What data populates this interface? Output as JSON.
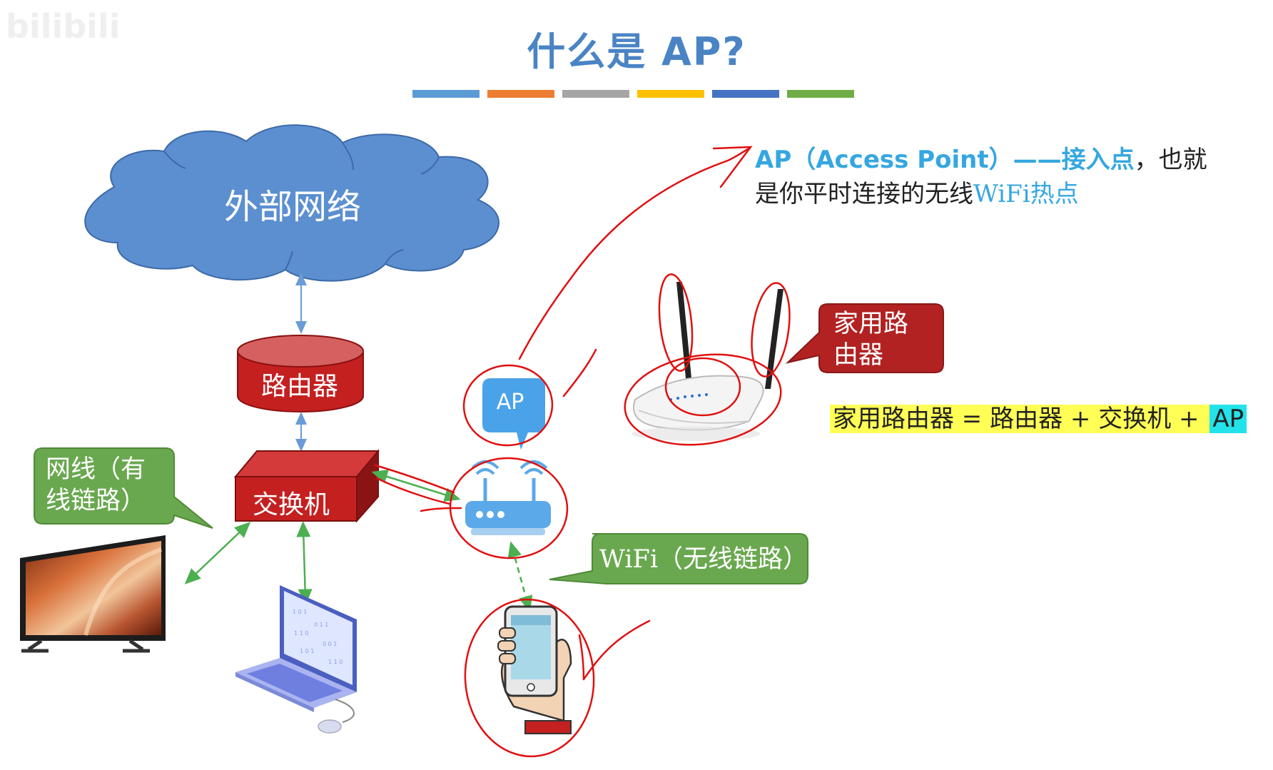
{
  "header": {
    "title": "什么是 AP?",
    "watermark": "bilibili",
    "color_bars": [
      "#5b9bd5",
      "#ed7d31",
      "#a5a5a5",
      "#ffc000",
      "#4472c4",
      "#70ad47"
    ]
  },
  "diagram": {
    "cloud_label": "外部网络",
    "router_label": "路由器",
    "switch_label": "交换机",
    "ap_bubble_label": "AP",
    "wired_callout": [
      "网线（有",
      "线链路）"
    ],
    "wifi_callout": "WiFi（无线链路）",
    "home_router_callout": [
      "家用路",
      "由器"
    ]
  },
  "ap_definition": {
    "term": "AP（Access Point）",
    "dash": "——",
    "meaning": "接入点",
    "rest_line1": "，也就",
    "rest_line2": "是你平时连接的无线",
    "wifi_hotspot": "WiFi热点"
  },
  "equation": {
    "text": "家用路由器 = 路由器 + 交换机 + ",
    "ap": "AP"
  },
  "colors": {
    "title": "#4a84c4",
    "cloud": "#5b8fd0",
    "device_red": "#c42020",
    "callout_green": "#6aa84f",
    "callout_red": "#b22222",
    "annotation_red": "#e01010",
    "highlight_yellow": "#ffff55",
    "highlight_cyan": "#22e2ea",
    "link_green": "#4caf50",
    "link_blue": "#6a9bd8"
  },
  "icons": [
    "cloud-icon",
    "router-cylinder-icon",
    "switch-box-icon",
    "wifi-router-icon",
    "tv-icon",
    "laptop-icon",
    "smartphone-icon",
    "home-router-icon"
  ]
}
